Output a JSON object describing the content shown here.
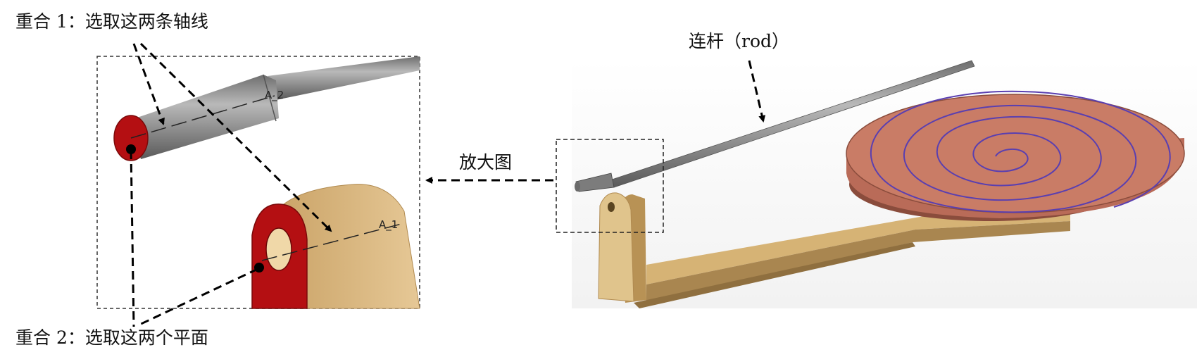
{
  "labels": {
    "coincident_1": "重合 1：选取这两条轴线",
    "coincident_2": "重合 2：选取这两个平面",
    "rod": "连杆（rod）",
    "enlarged_view": "放大图"
  },
  "axis_tags": {
    "rod_axis": "A_2",
    "bracket_axis": "A_1"
  },
  "colors": {
    "rod_gray": "#8d8d8d",
    "end_face_red": "#b40f12",
    "bracket_tan": "#d9b77a",
    "disk_top": "#c06a56",
    "spiral_purple": "#5a3fb0",
    "arrow_black": "#000000"
  }
}
